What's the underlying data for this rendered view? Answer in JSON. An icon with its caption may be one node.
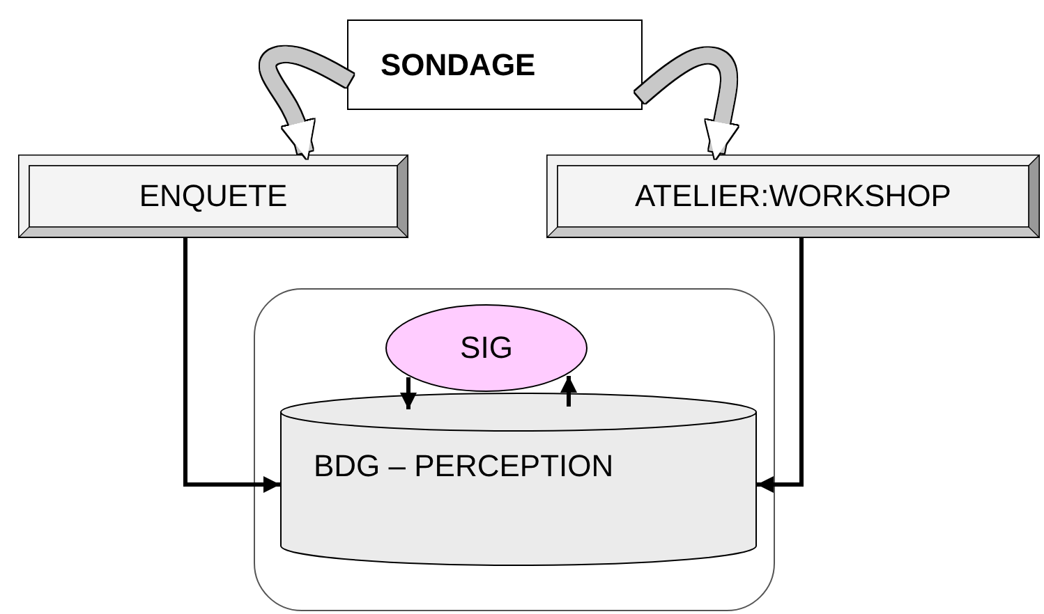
{
  "diagram": {
    "nodes": [
      {
        "text": [
          "SONDAGE"
        ]
      },
      {
        "text": [
          "ENQUETE"
        ]
      },
      {
        "text": [
          "ATELIER:WORKSHOP"
        ]
      },
      {
        "text": [],
        "shape": "box"
      },
      {
        "text": [
          "SIG"
        ],
        "in": 3
      },
      {
        "text": [
          "BDG – PERCEPTION"
        ],
        "in": 3
      }
    ],
    "edges": [
      {
        "from": 0,
        "to": 1,
        "arrow": "to",
        "style": "thick",
        "color": "#c8c8c8"
      },
      {
        "from": 0,
        "to": 2,
        "arrow": "to",
        "style": "thick",
        "color": "#c8c8c8"
      },
      {
        "from": 1,
        "to": 5,
        "arrow": "to"
      },
      {
        "from": 2,
        "to": 5,
        "arrow": "to"
      },
      {
        "from": 4,
        "to": 5,
        "arrow": "to"
      },
      {
        "from": 5,
        "to": 4,
        "arrow": "to"
      }
    ]
  }
}
